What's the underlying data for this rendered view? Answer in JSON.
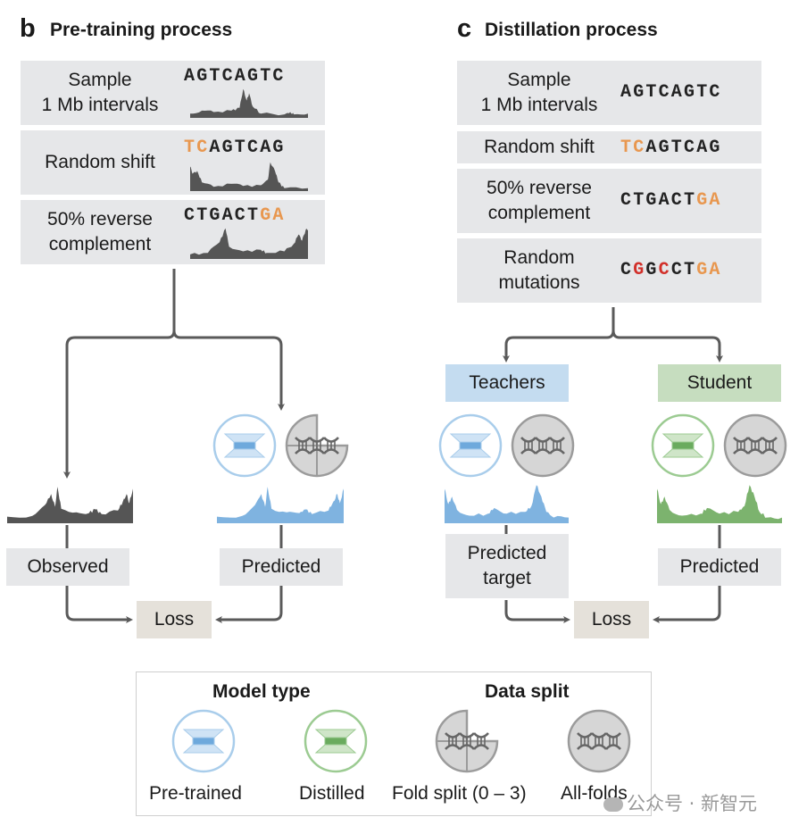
{
  "colors": {
    "box_gray": "#e6e7e9",
    "loss_bg": "#e5e1da",
    "teachers_bg": "#c4dcf0",
    "student_bg": "#c6ddbf",
    "track_dark": "#555555",
    "track_blue": "#7fb3e0",
    "track_green": "#7cb36e",
    "seq_orange": "#e8974f",
    "seq_red": "#d2302a",
    "arrow": "#5a5a5a"
  },
  "panel_b": {
    "letter": "b",
    "title": "Pre-training process",
    "steps": [
      {
        "label_lines": [
          "Sample",
          "1 Mb intervals"
        ],
        "sequence": [
          {
            "t": "AGTCAGTC",
            "c": ""
          }
        ],
        "track": "peak-mid"
      },
      {
        "label_lines": [
          "Random shift"
        ],
        "sequence": [
          {
            "t": "TC",
            "c": "o"
          },
          {
            "t": "AGTCAG",
            "c": ""
          }
        ],
        "track": "peak-right"
      },
      {
        "label_lines": [
          "50% reverse",
          "complement"
        ],
        "sequence": [
          {
            "t": "CTGACT",
            "c": ""
          },
          {
            "t": "GA",
            "c": "o"
          }
        ],
        "track": "peak-both"
      }
    ],
    "observed_label": "Observed",
    "predicted_label": "Predicted",
    "loss_label": "Loss",
    "model_icons": [
      "pre-trained-model-icon",
      "fold-split-icon"
    ]
  },
  "panel_c": {
    "letter": "c",
    "title": "Distillation process",
    "steps": [
      {
        "label_lines": [
          "Sample",
          "1 Mb intervals"
        ],
        "sequence": [
          {
            "t": "AGTCAGTC",
            "c": ""
          }
        ]
      },
      {
        "label_lines": [
          "Random shift"
        ],
        "sequence": [
          {
            "t": "TC",
            "c": "o"
          },
          {
            "t": "AGTCAG",
            "c": ""
          }
        ]
      },
      {
        "label_lines": [
          "50% reverse",
          "complement"
        ],
        "sequence": [
          {
            "t": "CTGACT",
            "c": ""
          },
          {
            "t": "GA",
            "c": "o"
          }
        ]
      },
      {
        "label_lines": [
          "Random",
          "mutations"
        ],
        "sequence": [
          {
            "t": "C",
            "c": ""
          },
          {
            "t": "G",
            "c": "r"
          },
          {
            "t": "G",
            "c": ""
          },
          {
            "t": "C",
            "c": "r"
          },
          {
            "t": "CT",
            "c": ""
          },
          {
            "t": "GA",
            "c": "o"
          }
        ]
      }
    ],
    "teachers_label": "Teachers",
    "student_label": "Student",
    "predicted_target_lines": [
      "Predicted",
      "target"
    ],
    "predicted_label": "Predicted",
    "loss_label": "Loss",
    "teacher_icons": [
      "pre-trained-model-icon",
      "all-folds-icon"
    ],
    "student_icons": [
      "distilled-model-icon",
      "all-folds-icon"
    ]
  },
  "legend": {
    "model_type_heading": "Model type",
    "data_split_heading": "Data split",
    "items": [
      {
        "icon": "pre-trained-model-icon",
        "label": "Pre-trained"
      },
      {
        "icon": "distilled-model-icon",
        "label": "Distilled"
      },
      {
        "icon": "fold-split-icon",
        "label": "Fold split (0 – 3)"
      },
      {
        "icon": "all-folds-icon",
        "label": "All-folds"
      }
    ]
  },
  "watermark": "公众号 · 新智元"
}
